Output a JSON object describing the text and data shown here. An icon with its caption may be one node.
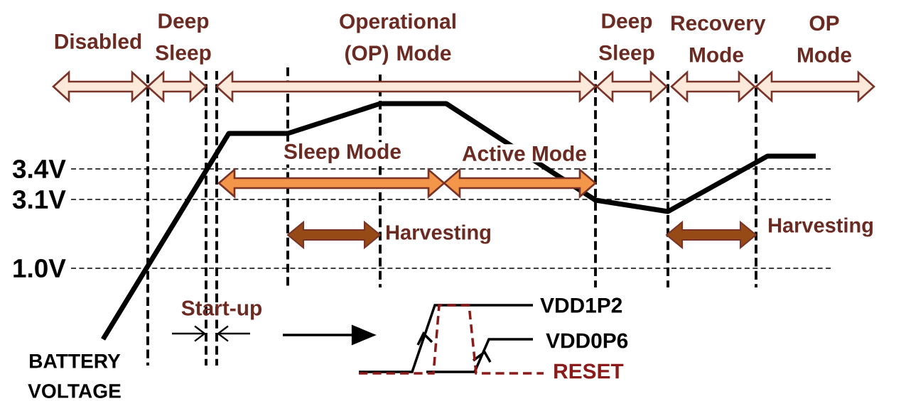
{
  "diagram": {
    "labels": [
      "Disabled",
      "Deep Sleep",
      "Operational (OP) Mode",
      "Deep Sleep",
      "Recovery Mode",
      "OP Mode",
      "Sleep Mode",
      "Active Mode",
      "3.4V",
      "3.1V",
      "Harvesting",
      "Harvesting",
      "1.0V",
      "Start-up",
      "VDD1P2",
      "VDD0P6",
      "BATTERY VOLTAGE",
      "RESET"
    ]
  }
}
